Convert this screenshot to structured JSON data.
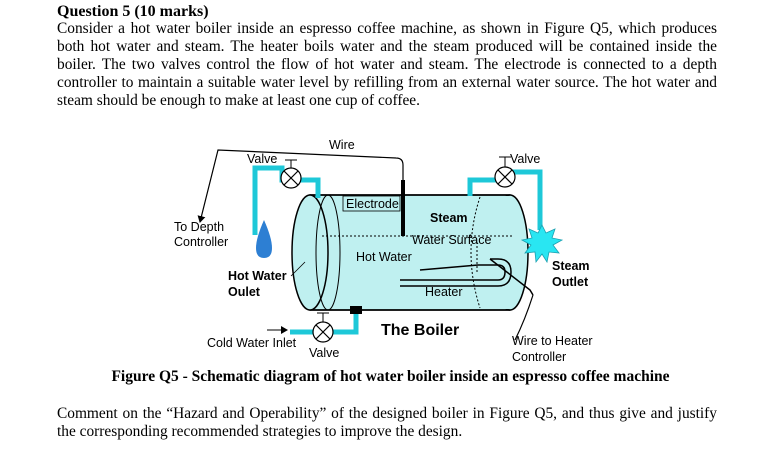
{
  "question": {
    "title": "Question 5 (10 marks)",
    "body": "Consider a hot water boiler inside an espresso coffee machine, as shown in Figure Q5, which produces both hot water and steam. The heater boils water and the steam produced will be contained inside the boiler. The two valves control the flow of hot water and steam. The electrode is connected to a depth controller to maintain a suitable water level by refilling from an external water source. The hot water and steam should be enough to make at least one cup of coffee."
  },
  "diagram": {
    "labels": {
      "wire": "Wire",
      "valve_left": "Valve",
      "valve_right": "Valve",
      "valve_bottom": "Valve",
      "to_depth_1": "To Depth",
      "to_depth_2": "Controller",
      "electrode": "Electrode",
      "steam": "Steam",
      "water_surface": "Water Surface",
      "hot_water": "Hot Water",
      "hot_water_outlet_1": "Hot Water",
      "hot_water_outlet_2": "Oulet",
      "heater": "Heater",
      "steam_outlet_1": "Steam",
      "steam_outlet_2": "Outlet",
      "boiler_title": "The Boiler",
      "cold_water_inlet": "Cold Water Inlet",
      "wire_to_heater_1": "Wire to Heater",
      "wire_to_heater_2": "Controller"
    },
    "colors": {
      "boiler_fill": "#bff0f0",
      "pipe": "#1ec8d8",
      "water_drop": "#2d7fd3",
      "steam_burst": "#29e6f2"
    }
  },
  "figure_caption": "Figure Q5 - Schematic diagram of hot water boiler inside an espresso coffee machine",
  "comment": "Comment on the “Hazard and Operability” of the designed boiler in Figure Q5, and thus give and justify the corresponding recommended strategies to improve the design."
}
